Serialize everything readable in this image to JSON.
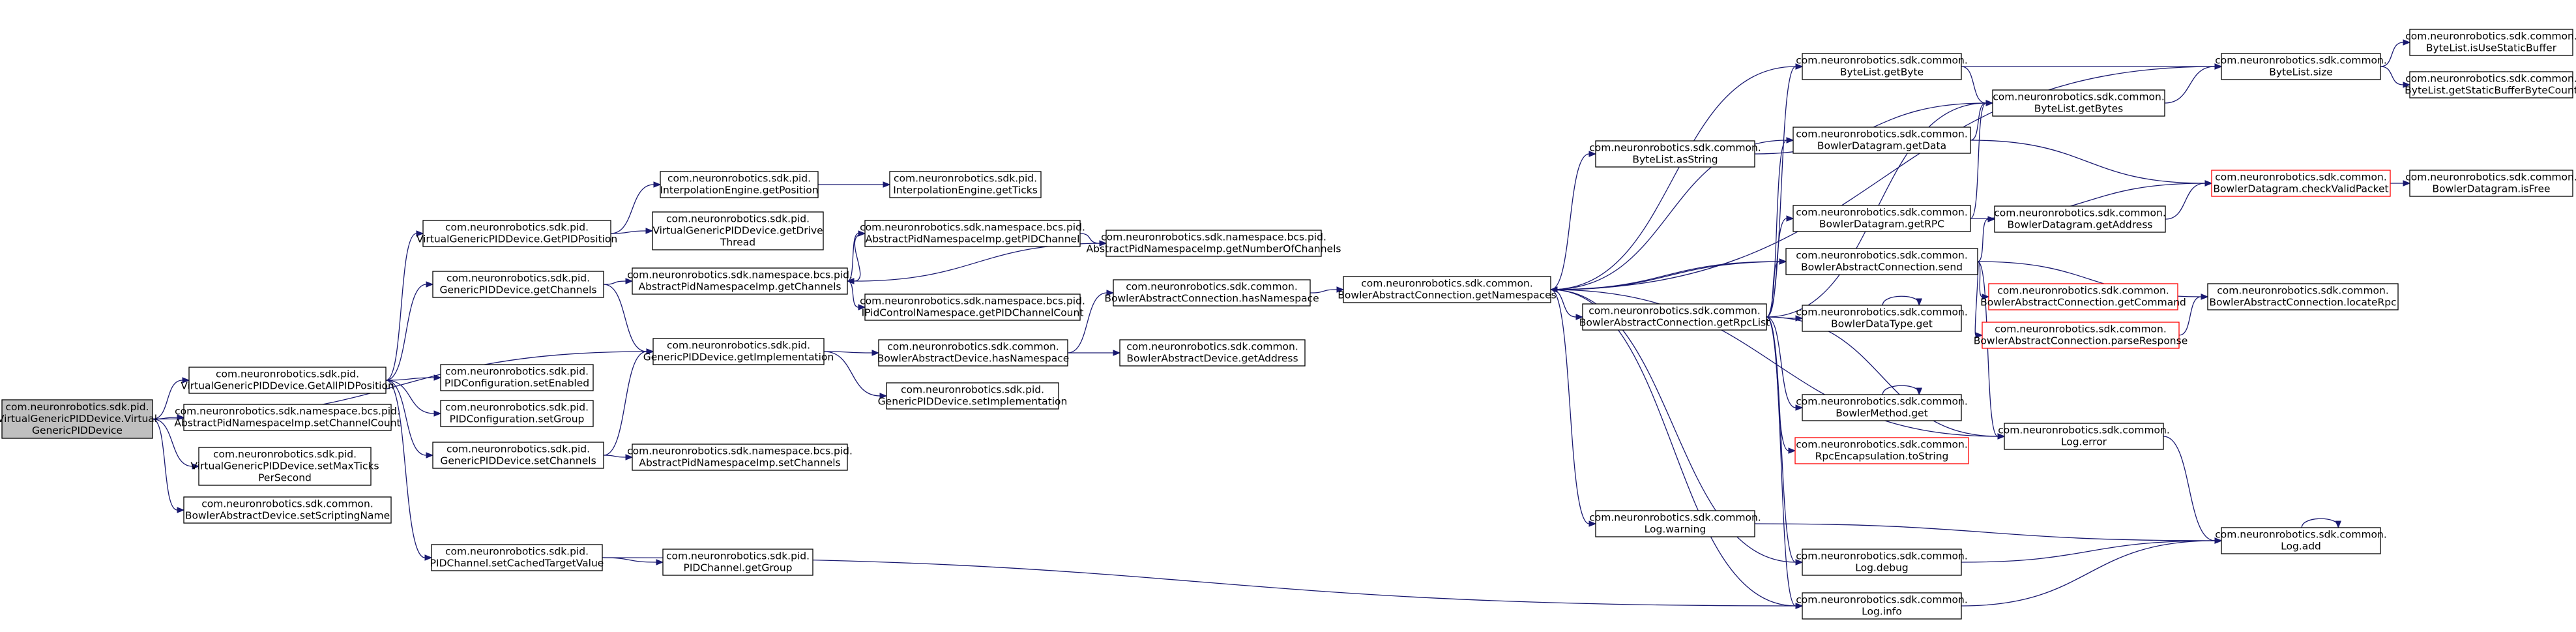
{
  "nodes": [
    {
      "id": "root",
      "lines": [
        "com.neuronrobotics.sdk.pid.",
        "VirtualGenericPIDDevice.Virtual",
        "GenericPIDDevice"
      ],
      "style": "root"
    },
    {
      "id": "getAllPID",
      "lines": [
        "com.neuronrobotics.sdk.pid.",
        "VirtualGenericPIDDevice.GetAllPIDPosition"
      ]
    },
    {
      "id": "setChanCountRoot",
      "lines": [
        "com.neuronrobotics.sdk.namespace.bcs.pid.",
        "AbstractPidNamespaceImp.setChannelCount"
      ]
    },
    {
      "id": "setMaxTicks",
      "lines": [
        "com.neuronrobotics.sdk.pid.",
        "VirtualGenericPIDDevice.setMaxTicks",
        "PerSecond"
      ]
    },
    {
      "id": "setScripting",
      "lines": [
        "com.neuronrobotics.sdk.common.",
        "BowlerAbstractDevice.setScriptingName"
      ]
    },
    {
      "id": "getPIDPos",
      "lines": [
        "com.neuronrobotics.sdk.pid.",
        "VirtualGenericPIDDevice.GetPIDPosition"
      ]
    },
    {
      "id": "gpGetChannels",
      "lines": [
        "com.neuronrobotics.sdk.pid.",
        "GenericPIDDevice.getChannels"
      ]
    },
    {
      "id": "pidSetEnabled",
      "lines": [
        "com.neuronrobotics.sdk.pid.",
        "PIDConfiguration.setEnabled"
      ]
    },
    {
      "id": "pidSetGroup",
      "lines": [
        "com.neuronrobotics.sdk.pid.",
        "PIDConfiguration.setGroup"
      ]
    },
    {
      "id": "gpSetChannels",
      "lines": [
        "com.neuronrobotics.sdk.pid.",
        "GenericPIDDevice.setChannels"
      ]
    },
    {
      "id": "setCachedTarget",
      "lines": [
        "com.neuronrobotics.sdk.pid.",
        "PIDChannel.setCachedTargetValue"
      ]
    },
    {
      "id": "interpGetPos",
      "lines": [
        "com.neuronrobotics.sdk.pid.",
        "InterpolationEngine.getPosition"
      ]
    },
    {
      "id": "getDriveThread",
      "lines": [
        "com.neuronrobotics.sdk.pid.",
        "VirtualGenericPIDDevice.getDrive",
        "Thread"
      ]
    },
    {
      "id": "interpGetTicks",
      "lines": [
        "com.neuronrobotics.sdk.pid.",
        "InterpolationEngine.getTicks"
      ]
    },
    {
      "id": "apnGetChannels",
      "lines": [
        "com.neuronrobotics.sdk.namespace.bcs.pid.",
        "AbstractPidNamespaceImp.getChannels"
      ]
    },
    {
      "id": "getImpl",
      "lines": [
        "com.neuronrobotics.sdk.pid.",
        "GenericPIDDevice.getImplementation"
      ]
    },
    {
      "id": "apnSetChannels",
      "lines": [
        "com.neuronrobotics.sdk.namespace.bcs.pid.",
        "AbstractPidNamespaceImp.setChannels"
      ]
    },
    {
      "id": "pidChGetGroup",
      "lines": [
        "com.neuronrobotics.sdk.pid.",
        "PIDChannel.getGroup"
      ]
    },
    {
      "id": "apnGetPIDChannel",
      "lines": [
        "com.neuronrobotics.sdk.namespace.bcs.pid.",
        "AbstractPidNamespaceImp.getPIDChannel"
      ]
    },
    {
      "id": "ipidGetCount",
      "lines": [
        "com.neuronrobotics.sdk.namespace.bcs.pid.",
        "IPidControlNamespace.getPIDChannelCount"
      ]
    },
    {
      "id": "badHasNamespace",
      "lines": [
        "com.neuronrobotics.sdk.common.",
        "BowlerAbstractDevice.hasNamespace"
      ]
    },
    {
      "id": "gpSetImpl",
      "lines": [
        "com.neuronrobotics.sdk.pid.",
        "GenericPIDDevice.setImplementation"
      ]
    },
    {
      "id": "apnGetNumChannels",
      "lines": [
        "com.neuronrobotics.sdk.namespace.bcs.pid.",
        "AbstractPidNamespaceImp.getNumberOfChannels"
      ]
    },
    {
      "id": "bacHasNamespace",
      "lines": [
        "com.neuronrobotics.sdk.common.",
        "BowlerAbstractConnection.hasNamespace"
      ]
    },
    {
      "id": "badGetAddress",
      "lines": [
        "com.neuronrobotics.sdk.common.",
        "BowlerAbstractDevice.getAddress"
      ]
    },
    {
      "id": "bacGetNamespaces",
      "lines": [
        "com.neuronrobotics.sdk.common.",
        "BowlerAbstractConnection.getNamespaces"
      ]
    },
    {
      "id": "blAsString",
      "lines": [
        "com.neuronrobotics.sdk.common.",
        "ByteList.asString"
      ]
    },
    {
      "id": "bacGetRpcList",
      "lines": [
        "com.neuronrobotics.sdk.common.",
        "BowlerAbstractConnection.getRpcList"
      ]
    },
    {
      "id": "logWarning",
      "lines": [
        "com.neuronrobotics.sdk.common.",
        "Log.warning"
      ]
    },
    {
      "id": "blGetByte",
      "lines": [
        "com.neuronrobotics.sdk.common.",
        "ByteList.getByte"
      ]
    },
    {
      "id": "bdGetData",
      "lines": [
        "com.neuronrobotics.sdk.common.",
        "BowlerDatagram.getData"
      ]
    },
    {
      "id": "bdGetRPC",
      "lines": [
        "com.neuronrobotics.sdk.common.",
        "BowlerDatagram.getRPC"
      ]
    },
    {
      "id": "bacSend",
      "lines": [
        "com.neuronrobotics.sdk.common.",
        "BowlerAbstractConnection.send"
      ]
    },
    {
      "id": "bdtGet",
      "lines": [
        "com.neuronrobotics.sdk.common.",
        "BowlerDataType.get"
      ]
    },
    {
      "id": "bmGet",
      "lines": [
        "com.neuronrobotics.sdk.common.",
        "BowlerMethod.get"
      ]
    },
    {
      "id": "rpcToString",
      "lines": [
        "com.neuronrobotics.sdk.common.",
        "RpcEncapsulation.toString"
      ],
      "style": "red"
    },
    {
      "id": "logDebug",
      "lines": [
        "com.neuronrobotics.sdk.common.",
        "Log.debug"
      ]
    },
    {
      "id": "logInfo",
      "lines": [
        "com.neuronrobotics.sdk.common.",
        "Log.info"
      ]
    },
    {
      "id": "blGetBytes",
      "lines": [
        "com.neuronrobotics.sdk.common.",
        "ByteList.getBytes"
      ]
    },
    {
      "id": "bdGetAddress",
      "lines": [
        "com.neuronrobotics.sdk.common.",
        "BowlerDatagram.getAddress"
      ]
    },
    {
      "id": "bacGetCommand",
      "lines": [
        "com.neuronrobotics.sdk.common.",
        "BowlerAbstractConnection.getCommand"
      ],
      "style": "red"
    },
    {
      "id": "bacParseResponse",
      "lines": [
        "com.neuronrobotics.sdk.common.",
        "BowlerAbstractConnection.parseResponse"
      ],
      "style": "red"
    },
    {
      "id": "logError",
      "lines": [
        "com.neuronrobotics.sdk.common.",
        "Log.error"
      ]
    },
    {
      "id": "blSize",
      "lines": [
        "com.neuronrobotics.sdk.common.",
        "ByteList.size"
      ]
    },
    {
      "id": "bdCheckValid",
      "lines": [
        "com.neuronrobotics.sdk.common.",
        "BowlerDatagram.checkValidPacket"
      ],
      "style": "red"
    },
    {
      "id": "bacLocateRpc",
      "lines": [
        "com.neuronrobotics.sdk.common.",
        "BowlerAbstractConnection.locateRpc"
      ]
    },
    {
      "id": "logAdd",
      "lines": [
        "com.neuronrobotics.sdk.common.",
        "Log.add"
      ]
    },
    {
      "id": "blIsUseStatic",
      "lines": [
        "com.neuronrobotics.sdk.common.",
        "ByteList.isUseStaticBuffer"
      ]
    },
    {
      "id": "blGetStaticCount",
      "lines": [
        "com.neuronrobotics.sdk.common.",
        "ByteList.getStaticBufferByteCount"
      ]
    },
    {
      "id": "bdIsFree",
      "lines": [
        "com.neuronrobotics.sdk.common.",
        "BowlerDatagram.isFree"
      ]
    }
  ],
  "edges": [
    [
      "root",
      "getAllPID"
    ],
    [
      "root",
      "setChanCountRoot"
    ],
    [
      "root",
      "setMaxTicks"
    ],
    [
      "root",
      "setScripting"
    ],
    [
      "root",
      "getImpl"
    ],
    [
      "getAllPID",
      "getPIDPos"
    ],
    [
      "getAllPID",
      "gpGetChannels"
    ],
    [
      "getAllPID",
      "pidSetEnabled"
    ],
    [
      "getAllPID",
      "pidSetGroup"
    ],
    [
      "getAllPID",
      "gpSetChannels"
    ],
    [
      "getAllPID",
      "setCachedTarget"
    ],
    [
      "getPIDPos",
      "interpGetPos"
    ],
    [
      "getPIDPos",
      "getDriveThread"
    ],
    [
      "interpGetPos",
      "interpGetTicks"
    ],
    [
      "gpGetChannels",
      "apnGetChannels"
    ],
    [
      "gpGetChannels",
      "getImpl"
    ],
    [
      "gpSetChannels",
      "getImpl"
    ],
    [
      "gpSetChannels",
      "apnSetChannels"
    ],
    [
      "setCachedTarget",
      "pidChGetGroup"
    ],
    [
      "setCachedTarget",
      "logInfo"
    ],
    [
      "apnGetChannels",
      "apnGetPIDChannel"
    ],
    [
      "apnGetChannels",
      "ipidGetCount"
    ],
    [
      "apnGetPIDChannel",
      "apnGetChannels"
    ],
    [
      "apnGetPIDChannel",
      "apnGetNumChannels"
    ],
    [
      "apnGetNumChannels",
      "apnGetChannels"
    ],
    [
      "getImpl",
      "badHasNamespace"
    ],
    [
      "getImpl",
      "gpSetImpl"
    ],
    [
      "badHasNamespace",
      "bacHasNamespace"
    ],
    [
      "badHasNamespace",
      "badGetAddress"
    ],
    [
      "bacHasNamespace",
      "bacGetNamespaces"
    ],
    [
      "bacGetNamespaces",
      "blGetByte"
    ],
    [
      "bacGetNamespaces",
      "blSize"
    ],
    [
      "bacGetNamespaces",
      "blAsString"
    ],
    [
      "bacGetNamespaces",
      "bdGetData"
    ],
    [
      "bacGetNamespaces",
      "bacGetRpcList"
    ],
    [
      "bacGetNamespaces",
      "bacSend"
    ],
    [
      "bacGetNamespaces",
      "logWarning"
    ],
    [
      "bacGetNamespaces",
      "logDebug"
    ],
    [
      "bacGetNamespaces",
      "logInfo"
    ],
    [
      "bacGetNamespaces",
      "logError"
    ],
    [
      "blAsString",
      "blGetBytes"
    ],
    [
      "bacGetRpcList",
      "blGetBytes"
    ],
    [
      "bacGetRpcList",
      "bdGetData"
    ],
    [
      "bacGetRpcList",
      "bdGetRPC"
    ],
    [
      "bacGetRpcList",
      "bacSend"
    ],
    [
      "bacGetRpcList",
      "bdtGet"
    ],
    [
      "bacGetRpcList",
      "bmGet"
    ],
    [
      "bacGetRpcList",
      "rpcToString"
    ],
    [
      "bacGetRpcList",
      "logDebug"
    ],
    [
      "bacGetRpcList",
      "logInfo"
    ],
    [
      "bacGetRpcList",
      "logError"
    ],
    [
      "bacGetRpcList",
      "blGetByte"
    ],
    [
      "bdtGet",
      "bdtGet"
    ],
    [
      "bmGet",
      "bmGet"
    ],
    [
      "blGetByte",
      "blSize"
    ],
    [
      "blGetByte",
      "blGetBytes"
    ],
    [
      "bdGetData",
      "blGetBytes"
    ],
    [
      "bdGetData",
      "bdCheckValid"
    ],
    [
      "bdGetRPC",
      "blGetBytes"
    ],
    [
      "bdGetRPC",
      "bdCheckValid"
    ],
    [
      "bacSend",
      "bacGetNamespaces"
    ],
    [
      "bacSend",
      "bdGetAddress"
    ],
    [
      "bacSend",
      "bacGetCommand"
    ],
    [
      "bacSend",
      "bacParseResponse"
    ],
    [
      "bacSend",
      "bacLocateRpc"
    ],
    [
      "bacSend",
      "logError"
    ],
    [
      "bacParseResponse",
      "bacLocateRpc"
    ],
    [
      "bdGetAddress",
      "bdCheckValid"
    ],
    [
      "blGetBytes",
      "blSize"
    ],
    [
      "blSize",
      "blIsUseStatic"
    ],
    [
      "blSize",
      "blGetStaticCount"
    ],
    [
      "bdCheckValid",
      "bdIsFree"
    ],
    [
      "logWarning",
      "logAdd"
    ],
    [
      "logDebug",
      "logAdd"
    ],
    [
      "logInfo",
      "logAdd"
    ],
    [
      "logError",
      "logAdd"
    ],
    [
      "logAdd",
      "logAdd"
    ]
  ]
}
